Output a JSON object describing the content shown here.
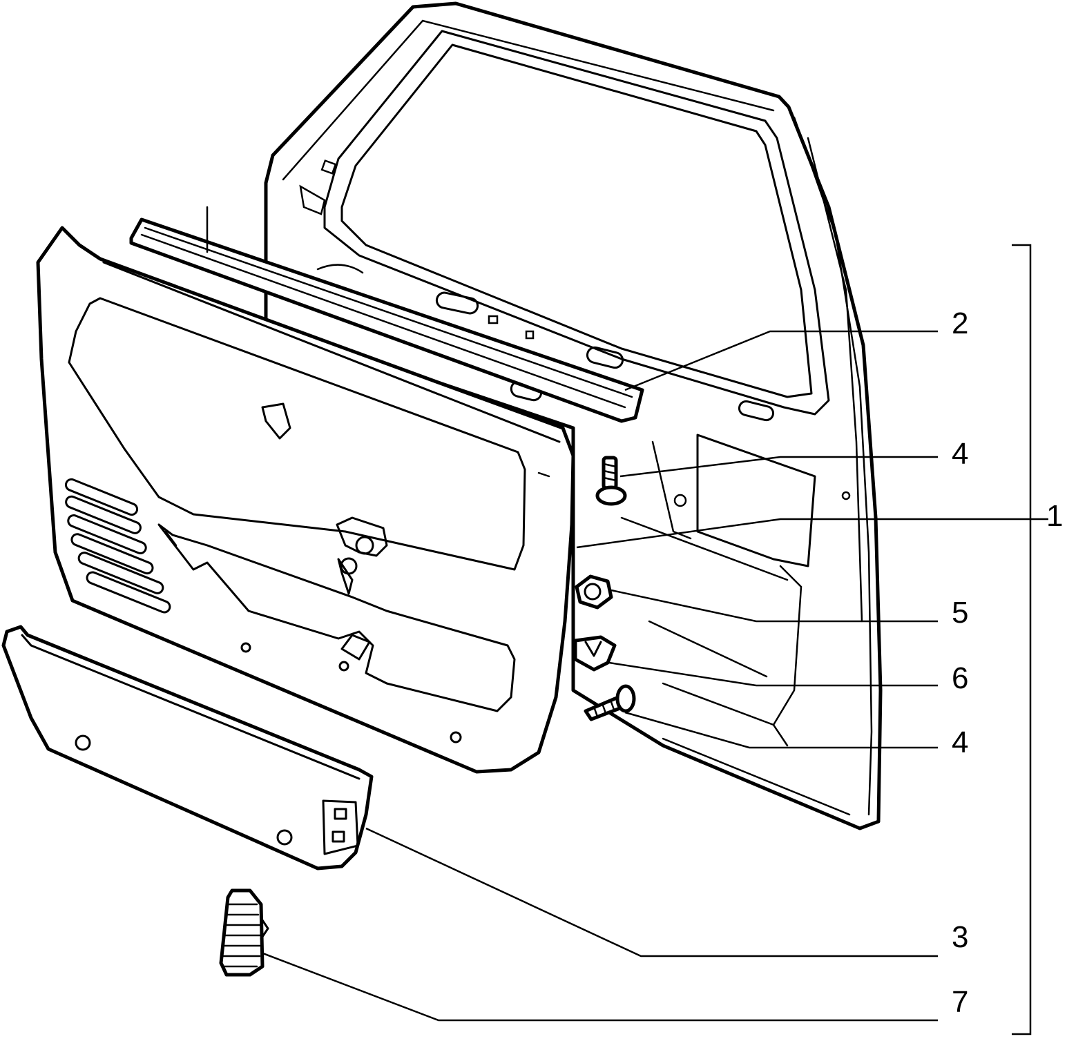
{
  "callouts": [
    {
      "id": "c2",
      "label": "2"
    },
    {
      "id": "c4a",
      "label": "4"
    },
    {
      "id": "c1",
      "label": "1"
    },
    {
      "id": "c5",
      "label": "5"
    },
    {
      "id": "c6",
      "label": "6"
    },
    {
      "id": "c4b",
      "label": "4"
    },
    {
      "id": "c3",
      "label": "3"
    },
    {
      "id": "c7",
      "label": "7"
    }
  ],
  "colors": {
    "ink": "#000000",
    "paper": "#ffffff"
  }
}
